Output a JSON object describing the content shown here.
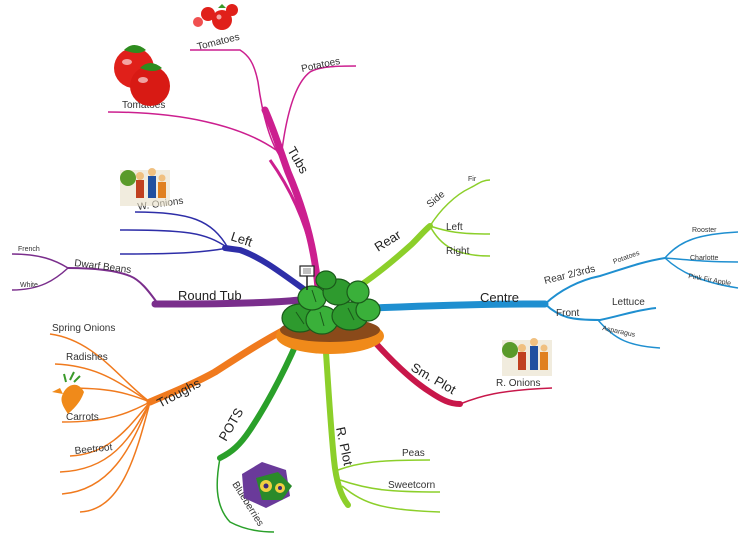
{
  "central": {
    "icon": "vegetable-garden-icon"
  },
  "colors": {
    "tubs": "#cc1f8f",
    "left": "#2e2ea8",
    "round_tub": "#7a2e8c",
    "troughs": "#f07a1e",
    "pots": "#2aa02a",
    "r_plot": "#8ccf2a",
    "sm_plot": "#c8174a",
    "centre": "#1f8fd0",
    "rear": "#8ccf2a"
  },
  "branches": {
    "tubs": {
      "label": "Tubs",
      "items": {
        "tomatoes_1": "Tomatoes",
        "tomatoes_2": "Tomatoes",
        "potatoes": "Potatoes"
      }
    },
    "left": {
      "label": "Left",
      "items": {
        "w_onions": "W. Onions"
      }
    },
    "round_tub": {
      "label": "Round Tub",
      "items": {
        "dwarf_beans": "Dwarf Beans",
        "french": "French",
        "white": "White"
      }
    },
    "troughs": {
      "label": "Troughs",
      "items": {
        "spring_onions": "Spring Onions",
        "radishes": "Radishes",
        "carrots": "Carrots",
        "beetroot": "Beetroot"
      }
    },
    "pots": {
      "label": "POTS",
      "items": {
        "blueberries": "Blueberries"
      }
    },
    "r_plot": {
      "label": "R. Plot",
      "items": {
        "peas": "Peas",
        "sweetcorn": "Sweetcorn"
      }
    },
    "sm_plot": {
      "label": "Sm. Plot",
      "items": {
        "r_onions": "R. Onions"
      }
    },
    "centre": {
      "label": "Centre",
      "items": {
        "rear_23": "Rear 2/3rds",
        "potatoes": "Potatoes",
        "rooster": "Rooster",
        "charlotte": "Charlotte",
        "pink_fir_apple": "Pink Fir Apple",
        "front": "Front",
        "lettuce": "Lettuce",
        "asparagus": "Asparagus"
      }
    },
    "rear": {
      "label": "Rear",
      "items": {
        "side": "Side",
        "fir": "Fir",
        "left": "Left",
        "right": "Right"
      }
    }
  }
}
